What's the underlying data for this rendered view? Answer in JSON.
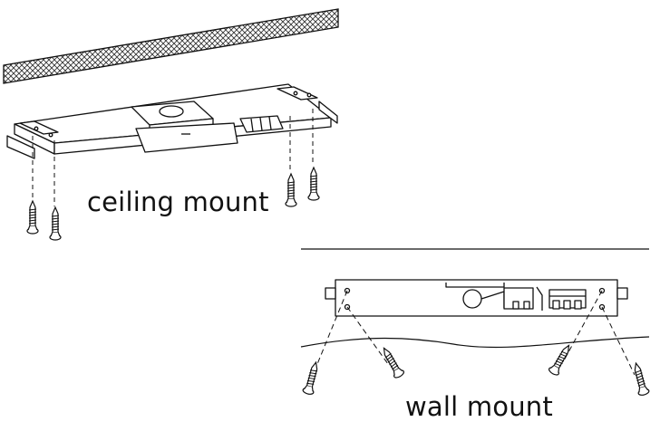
{
  "labels": {
    "ceiling": "ceiling mount",
    "wall": "wall mount"
  },
  "colors": {
    "line": "#111111",
    "background": "#ffffff",
    "ceiling_texture": "#555555"
  },
  "icons": {
    "ceiling": "crosshatched-ceiling-slab",
    "screw": "wood-screw-icon",
    "bracket": "mounting-bracket"
  }
}
